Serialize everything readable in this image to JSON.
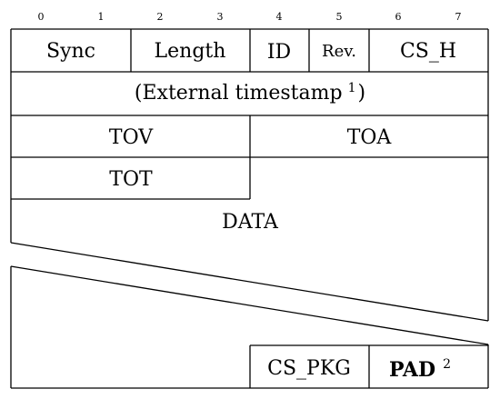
{
  "column_numbers": [
    "0",
    "1",
    "2",
    "3",
    "4",
    "5",
    "6",
    "7"
  ],
  "header_row": {
    "sync": "Sync",
    "length": "Length",
    "id": "ID",
    "rev": "Rev.",
    "cs_h": "CS_H"
  },
  "external_timestamp": {
    "label": "(External timestamp",
    "footnote": "1",
    "close_paren": ")"
  },
  "tov": "TOV",
  "toa": "TOA",
  "tot": "TOT",
  "data": "DATA",
  "cs_pkg": "CS_PKG",
  "pad": {
    "label": "PAD",
    "footnote": "2"
  }
}
